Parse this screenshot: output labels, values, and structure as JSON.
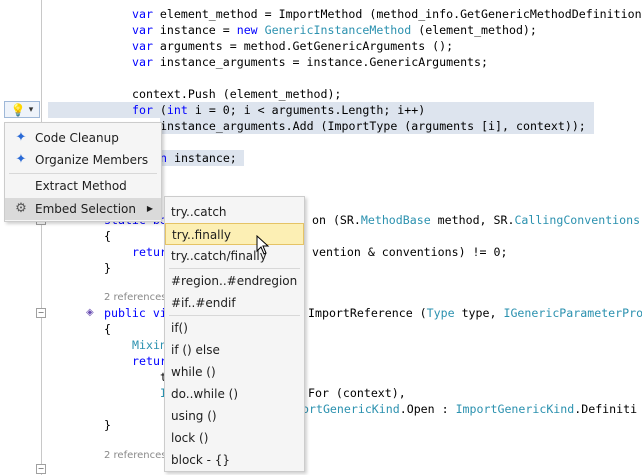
{
  "code_lines": {
    "l1": {
      "a": "var",
      "b": " element_method = ImportMethod (method_info.GetGenericMethodDefinition"
    },
    "l2": {
      "a": "var",
      "b": " instance = ",
      "c": "new",
      "d": " ",
      "e": "GenericInstanceMethod",
      "f": " (element_method);"
    },
    "l3": {
      "a": "var",
      "b": " arguments = method.GetGenericArguments ();"
    },
    "l4": {
      "a": "var",
      "b": " instance_arguments = instance.GenericArguments;"
    },
    "l5": {
      "b": "context.Push (element_method);"
    },
    "l6": {
      "a": "for",
      "b": " (",
      "c": "int",
      "d": " i = 0; i < arguments.Length; i++)"
    },
    "l7": {
      "b": "instance_arguments.Add (ImportType (arguments [i], context));"
    },
    "l8": {
      "a": "n",
      "b": " instance;"
    },
    "l9": {
      "b": "on (SR.",
      "c": "MethodBase",
      "d": " method, SR.",
      "e": "CallingConventions"
    },
    "l10": {
      "b": "{"
    },
    "l11": {
      "a": "retur",
      "b": "vention & conventions) != 0;"
    },
    "l12": {
      "b": "}"
    },
    "ref1": "2 references",
    "l13": {
      "a": "public vi",
      "b": "ImportReference (",
      "c": "Type",
      "d": " type, ",
      "e": "IGenericParameterPro"
    },
    "l14": {
      "b": "{"
    },
    "l15": {
      "a": "Mixin"
    },
    "l16": {
      "a": "retur"
    },
    "l17": {
      "b": "t"
    },
    "l18": {
      "b": "I",
      "c": "For (context),"
    },
    "l19": {
      "a": "ortGenericKind",
      "b": ".Open : ",
      "c": "ImportGenericKind",
      "d": ".Definiti"
    },
    "l20": {
      "b": "}"
    },
    "ref2": "2 references",
    "l21": {
      "b": "}"
    },
    "l_static": {
      "a": "static bo"
    }
  },
  "lightbulb": {
    "icon": "lightbulb-icon",
    "caret": "▾"
  },
  "quick_menu": {
    "items": [
      {
        "label": "Code Cleanup",
        "icon": "wand-icon"
      },
      {
        "label": "Organize Members",
        "icon": "wand-icon"
      },
      {
        "label": "Extract Method",
        "icon": ""
      },
      {
        "label": "Embed Selection",
        "icon": "gears-icon",
        "arrow": "▶"
      }
    ]
  },
  "sub_menu": {
    "items": [
      {
        "label": "try..catch"
      },
      {
        "label": "try..finally"
      },
      {
        "label": "try..catch/finally"
      },
      {
        "label": "#region..#endregion"
      },
      {
        "label": "#if..#endif"
      },
      {
        "label": "if()"
      },
      {
        "label": "if () else"
      },
      {
        "label": "while ()"
      },
      {
        "label": "do..while ()"
      },
      {
        "label": "using ()"
      },
      {
        "label": "lock ()"
      },
      {
        "label": "block - {}"
      }
    ]
  },
  "colors": {
    "keyword": "#0000ff",
    "type": "#2b91af",
    "selection": "#dde4ee",
    "hover": "#fcefb4"
  }
}
